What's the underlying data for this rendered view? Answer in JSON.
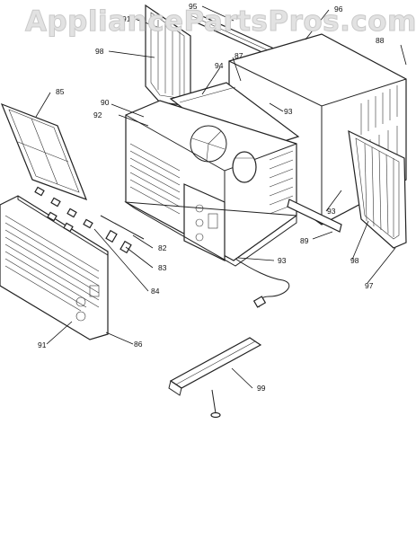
{
  "watermark": "AppliancePartsPros.com",
  "parts": [
    {
      "id": "p95",
      "label": "95"
    },
    {
      "id": "p96",
      "label": "96"
    },
    {
      "id": "p91a",
      "label": "91"
    },
    {
      "id": "p88",
      "label": "88"
    },
    {
      "id": "p98a",
      "label": "98"
    },
    {
      "id": "p87",
      "label": "87"
    },
    {
      "id": "p94",
      "label": "94"
    },
    {
      "id": "p85",
      "label": "85"
    },
    {
      "id": "p90",
      "label": "90"
    },
    {
      "id": "p92",
      "label": "92"
    },
    {
      "id": "p93a",
      "label": "93"
    },
    {
      "id": "p93b",
      "label": "93"
    },
    {
      "id": "p89",
      "label": "89"
    },
    {
      "id": "p82",
      "label": "82"
    },
    {
      "id": "p83",
      "label": "83"
    },
    {
      "id": "p84",
      "label": "84"
    },
    {
      "id": "p93c",
      "label": "93"
    },
    {
      "id": "p98b",
      "label": "98"
    },
    {
      "id": "p97",
      "label": "97"
    },
    {
      "id": "p91b",
      "label": "91"
    },
    {
      "id": "p86",
      "label": "86"
    },
    {
      "id": "p99",
      "label": "99"
    }
  ]
}
